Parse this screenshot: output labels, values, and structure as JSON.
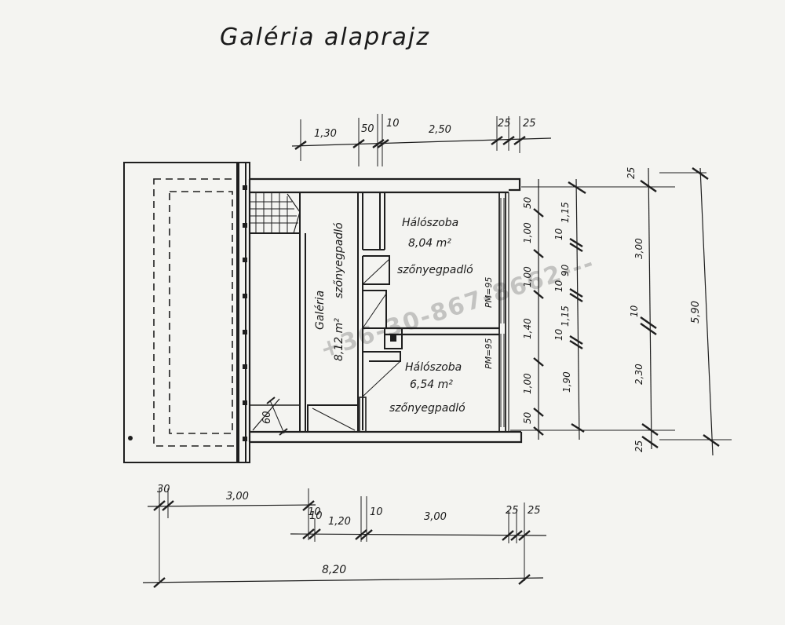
{
  "title": "Galéria alaprajz",
  "rooms": {
    "haloszoba_1": {
      "name": "Hálószoba",
      "area": "8,04 m²",
      "floor": "szőnyegpadló"
    },
    "haloszoba_2": {
      "name": "Hálószoba",
      "area": "6,54 m²",
      "floor": "szőnyegpadló"
    },
    "galeria": {
      "name": "Galéria",
      "area": "8,12 m²",
      "floor": "szőnyegpadló"
    }
  },
  "top_dimensions": [
    "1,30",
    "50",
    "10",
    "2,50",
    "25",
    "25"
  ],
  "bottom_dimensions": {
    "row1": [
      "30",
      "3,00",
      "10"
    ],
    "row2": [
      "10",
      "1,20",
      "10",
      "3,00",
      "25",
      "25"
    ],
    "total": "8,20"
  },
  "right_dimensions": {
    "windows_col": [
      "50",
      "1,00",
      "1,00",
      "1,40",
      "1,00",
      "50"
    ],
    "piers_col": [
      "1,15",
      "10",
      "90",
      "10",
      "1,15",
      "10",
      "1,90"
    ],
    "rooms_col": [
      "25",
      "3,00",
      "10",
      "2,30",
      "25"
    ],
    "total": "5,90"
  },
  "window_labels": [
    "PM=95",
    "PM=95"
  ],
  "balcony_dimension": "60",
  "watermark": "+36-30-867-8662---"
}
